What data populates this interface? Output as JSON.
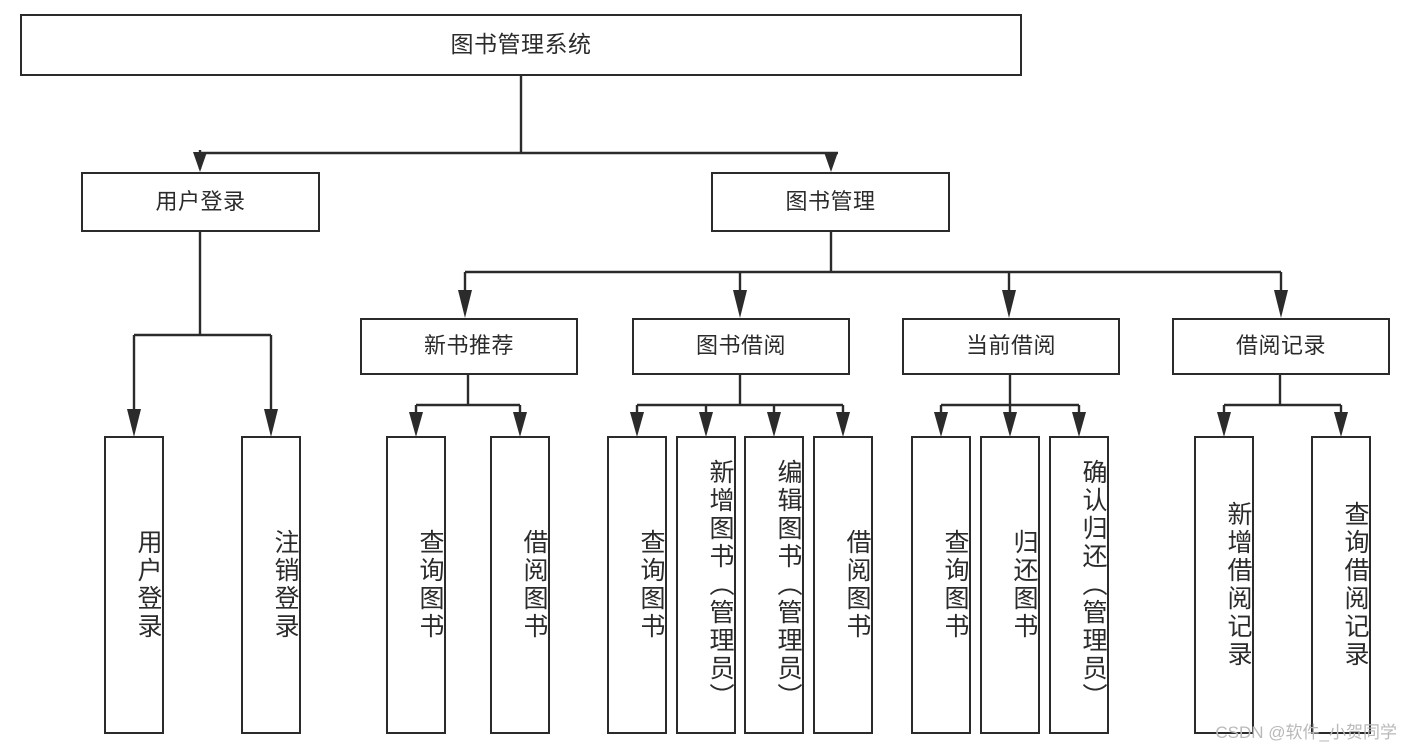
{
  "diagram": {
    "title": "图书管理系统",
    "type": "tree",
    "watermark": "CSDN @软件_小贺同学",
    "colors": {
      "border": "#2b2b2b",
      "text": "#2b2b2b",
      "background": "#ffffff",
      "watermark": "#b9b9b9"
    },
    "root": {
      "label": "图书管理系统"
    },
    "level2": [
      {
        "label": "用户登录"
      },
      {
        "label": "图书管理"
      }
    ],
    "level3": [
      {
        "label": "新书推荐"
      },
      {
        "label": "图书借阅"
      },
      {
        "label": "当前借阅"
      },
      {
        "label": "借阅记录"
      }
    ],
    "leaves": {
      "user_login": [
        {
          "label": "用户登录"
        },
        {
          "label": "注销登录"
        }
      ],
      "new_book_recommend": [
        {
          "label": "查询图书"
        },
        {
          "label": "借阅图书"
        }
      ],
      "book_borrow": [
        {
          "label": "查询图书"
        },
        {
          "label": "新增图书（管理员）"
        },
        {
          "label": "编辑图书（管理员）"
        },
        {
          "label": "借阅图书"
        }
      ],
      "current_borrow": [
        {
          "label": "查询图书"
        },
        {
          "label": "归还图书"
        },
        {
          "label": "确认归还（管理员）"
        }
      ],
      "borrow_record": [
        {
          "label": "新增借阅记录"
        },
        {
          "label": "查询借阅记录"
        }
      ]
    }
  }
}
